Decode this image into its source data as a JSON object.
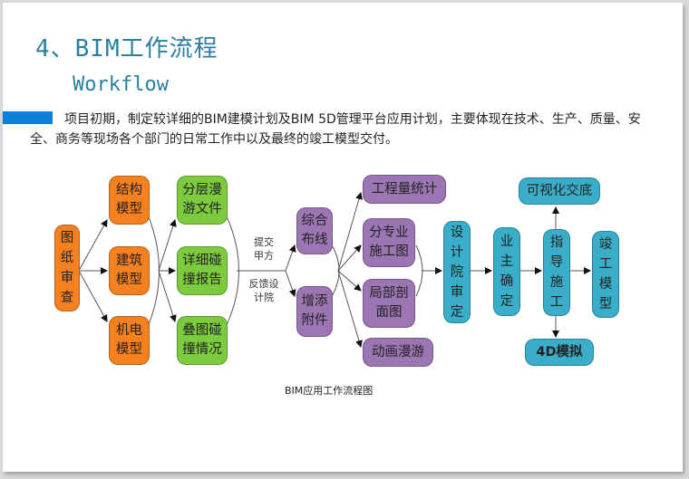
{
  "title": "4、BIM工作流程",
  "subtitle": "Workflow",
  "paragraph": "项目初期，制定较详细的BIM建模计划及BIM 5D管理平台应用计划，主要体现在技术、生产、质量、安全、商务等现场各个部门的日常工作中以及最终的竣工模型交付。",
  "colors": {
    "title": "#2a7fa3",
    "bar": "#0e7fd9",
    "orange": "#f5801f",
    "green": "#7ccb3f",
    "purple": "#9b76b3",
    "teal": "#3aaec8"
  },
  "diagram": {
    "caption": "BIM应用工作流程图",
    "nodes": {
      "drawing_review": "图纸审查",
      "structure_model": "结构模型",
      "architecture_model": "建筑模型",
      "mep_model": "机电模型",
      "layer_walkthrough": "分层漫游文件",
      "clash_report": "详细碰撞报告",
      "overlay_clash": "叠图碰撞情况",
      "integrated_routing": "综合布线",
      "add_attachments": "增添附件",
      "quantity_stats": "工程量统计",
      "discipline_drawings": "分专业施工图",
      "section_drawings": "局部剖面图",
      "animation_walkthrough": "动画漫游",
      "design_review": "设计院审定",
      "owner_confirm": "业主确定",
      "guide_construction": "指导施工",
      "visual_briefing": "可视化交底",
      "simulation_4d": "4D模拟",
      "as_built_model": "竣工模型"
    },
    "edge_labels": {
      "submit": "提交甲方",
      "feedback": "反馈设计院"
    }
  }
}
